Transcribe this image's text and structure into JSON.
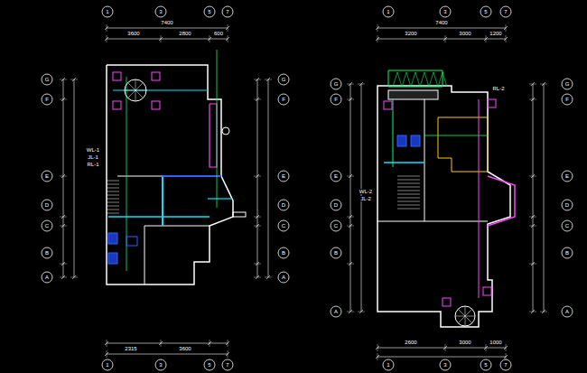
{
  "diagram": {
    "labels": [
      "7400",
      "3600",
      "2800",
      "600",
      "7400",
      "3200",
      "3000",
      "1200",
      "1",
      "3",
      "5",
      "7",
      "1",
      "3",
      "5",
      "7",
      "1",
      "3",
      "5",
      "7",
      "1",
      "3",
      "5",
      "7",
      "G",
      "F",
      "E",
      "D",
      "C",
      "B",
      "A",
      "G",
      "F",
      "E",
      "D",
      "C",
      "B",
      "A",
      "G",
      "F",
      "E",
      "D",
      "C",
      "B",
      "A",
      "G",
      "F",
      "E",
      "D",
      "C",
      "B",
      "A",
      "2315",
      "3600",
      "2600",
      "3000",
      "1000",
      "WL-1",
      "JL-1",
      "RL-1",
      "RL-2",
      "WL-2",
      "JL-2"
    ]
  }
}
